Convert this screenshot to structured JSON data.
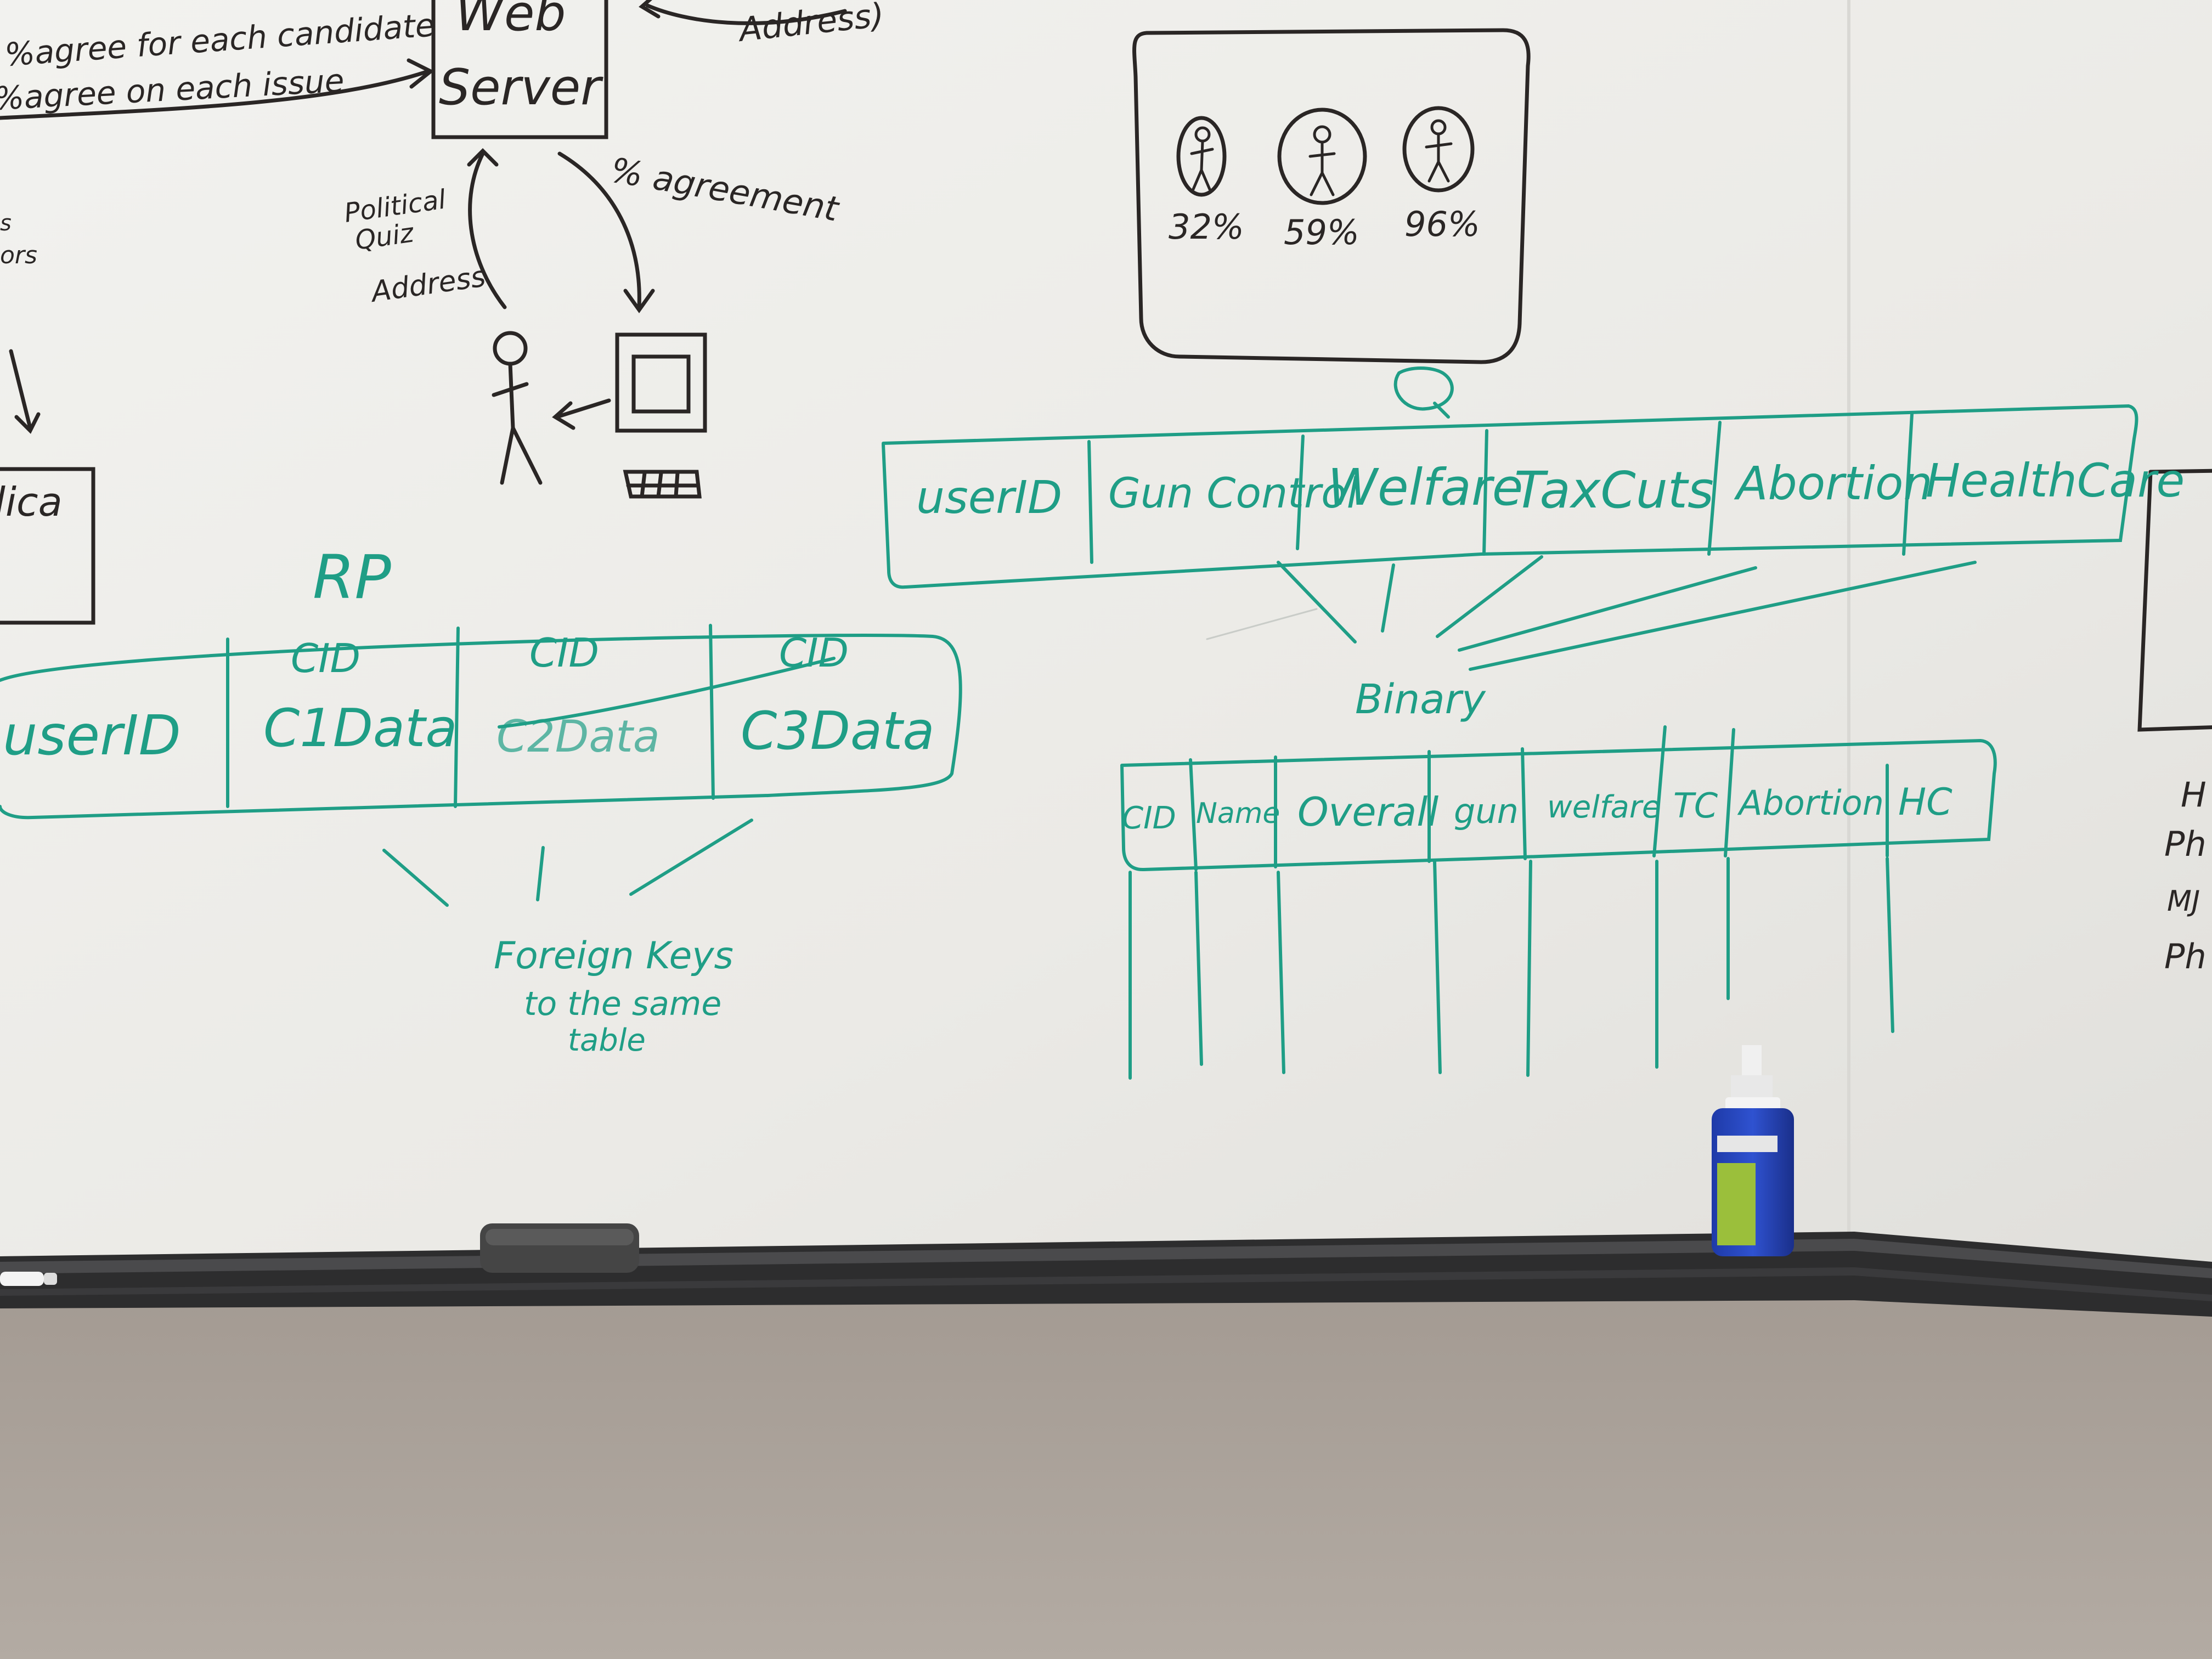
{
  "colors": {
    "whiteboard": "#ebeae6",
    "marker_black": "#2a2625",
    "marker_teal": "#1f9e86",
    "tray": "#2d2d2e",
    "wall": "#b0a79e"
  },
  "black_diagram": {
    "server_label_1": "Web",
    "server_label_2": "Server",
    "top_address": "Address)",
    "note_line_1": "%agree for each candidate",
    "note_line_2": "%agree on each issue",
    "arrow_label_left_1": "Political",
    "arrow_label_left_2": "Quiz",
    "arrow_label_left_3": "Address",
    "arrow_label_right": "% agreement",
    "partial_left_1": "s",
    "partial_left_2": "ors",
    "partial_box_label": "lica",
    "result_percent_1": "32%",
    "result_percent_2": "59%",
    "result_percent_3": "96%",
    "right_edge_1": "H",
    "right_edge_2": "Ph",
    "right_edge_3": "MJ",
    "right_edge_4": "Ph"
  },
  "teal_diagram": {
    "rp_title": "RP",
    "rp_fields": [
      "userID",
      "CID C1Data",
      "CID C2Data",
      "CID C3Data"
    ],
    "rp_cell_1": "userID",
    "rp_cid_1": "CID",
    "rp_data_1": "C1Data",
    "rp_cid_2": "CID",
    "rp_data_2": "C2Data",
    "rp_cid_3": "CID",
    "rp_data_3": "C3Data",
    "foreign_keys_line_1": "Foreign Keys",
    "foreign_keys_line_2": "to the same",
    "foreign_keys_line_3": "table",
    "q_title": "Q",
    "q_fields": [
      "userID",
      "Gun Control",
      "Welfare",
      "TaxCuts",
      "Abortion",
      "HealthCare"
    ],
    "binary_label": "Binary",
    "c_fields": [
      "CID",
      "Name",
      "Overall",
      "gun",
      "welfare",
      "TC",
      "Abortion",
      "HC"
    ]
  }
}
